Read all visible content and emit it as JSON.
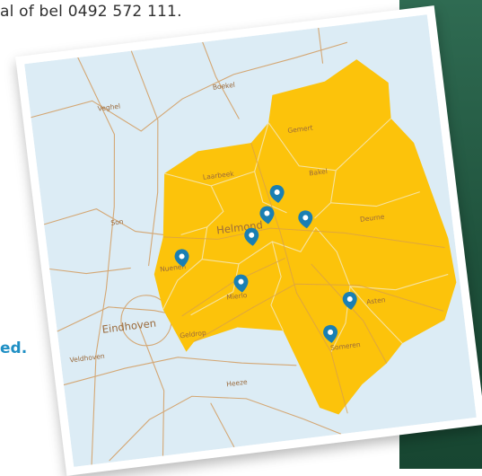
{
  "top_text": "al of bel 0492 572 111.",
  "side_text": "ed.",
  "map": {
    "places": {
      "veghel": "Veghel",
      "boekel": "Boekel",
      "gemert": "Gemert",
      "laarbeek": "Laarbeek",
      "bakel": "Bakel",
      "son": "Son",
      "helmond": "Helmond",
      "nuenen": "Nuenen",
      "deurne": "Deurne",
      "eindhoven": "Eindhoven",
      "mierlo": "Mierlo",
      "geldrop": "Geldrop",
      "veldhoven": "Veldhoven",
      "asten": "Asten",
      "heeze": "Heeze",
      "someren": "Someren"
    },
    "colors": {
      "water_background": "#dcecf5",
      "service_area": "#fcc30b",
      "pin": "#1a7fb3",
      "road": "#d4a774",
      "label": "#9a6a3c"
    },
    "pin_count": 8
  }
}
